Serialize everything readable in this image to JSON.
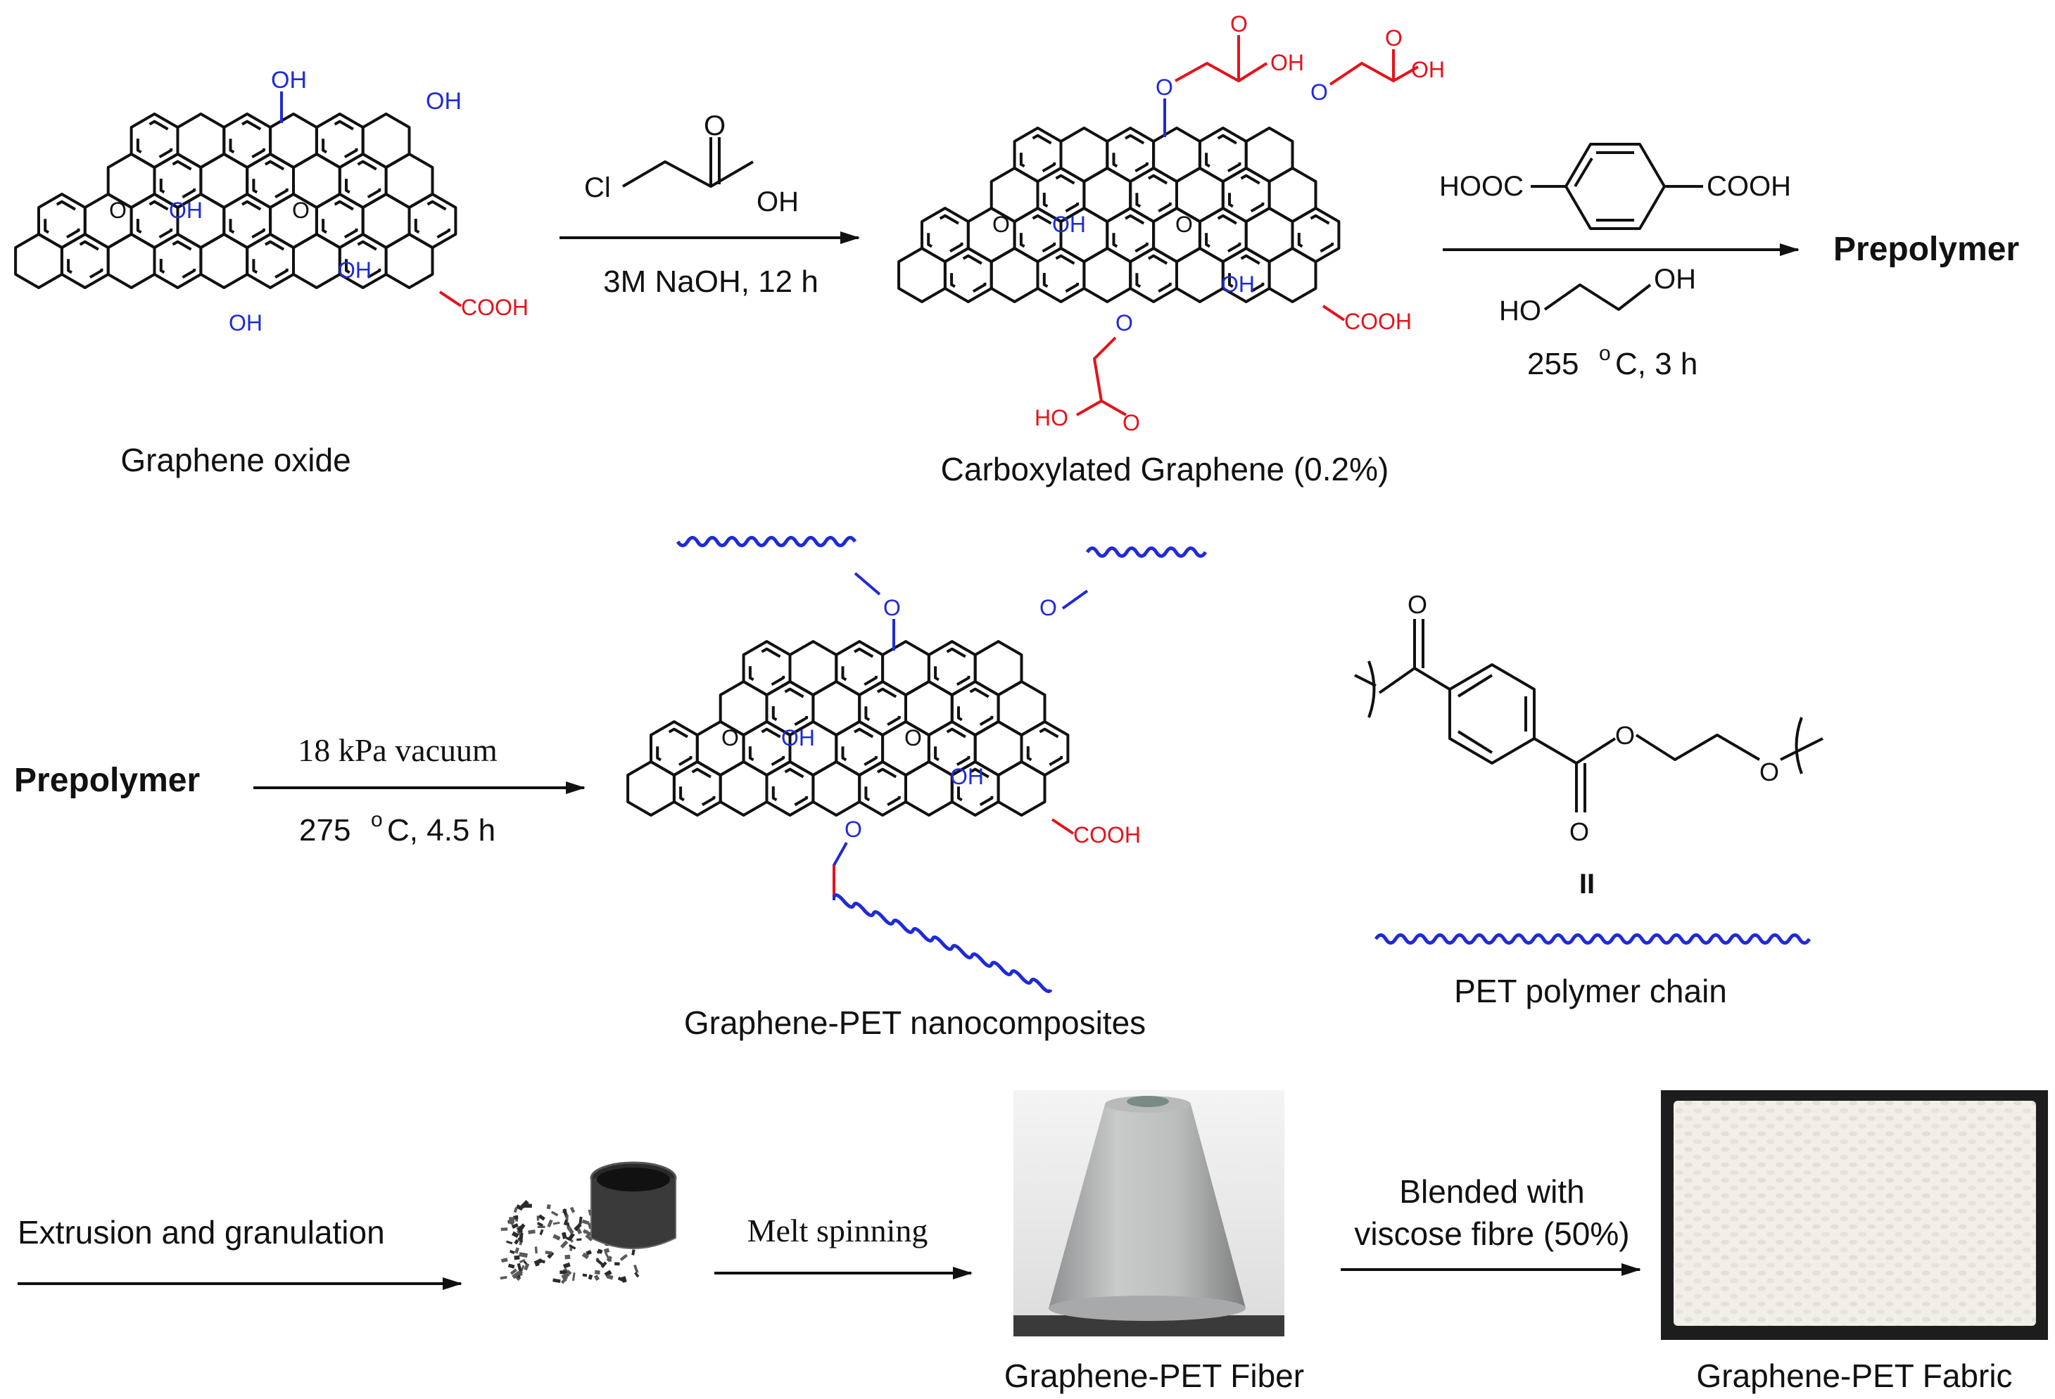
{
  "row1": {
    "go_caption": "Graphene oxide",
    "go_oh": "OH",
    "go_o": "O",
    "go_cooh": "COOH",
    "reagent_cl": "Cl",
    "reagent_o": "O",
    "reagent_oh": "OH",
    "step1_condition": "3M NaOH, 12 h",
    "cg_caption": "Carboxylated Graphene (0.2%)",
    "cg_ho": "HO",
    "reagent_tpa_left": "HOOC",
    "reagent_tpa_right": "COOH",
    "reagent_eg_ho": "HO",
    "reagent_eg_oh": "OH",
    "step2_temp_value": "255",
    "step2_temp_unit": "C, 3 h",
    "degree_mark": "o",
    "product": "Prepolymer"
  },
  "row2": {
    "start": "Prepolymer",
    "step3_pressure": "18 kPa vacuum",
    "step3_temp_value": "275",
    "step3_temp_unit": "C, 4.5 h",
    "degree_mark": "o",
    "nanocomposite_caption": "Graphene-PET nanocomposites",
    "pet_equals": "II",
    "pet_caption": "PET polymer chain",
    "pet_o": "O"
  },
  "row3": {
    "step4_label": "Extrusion and granulation",
    "step5_label": "Melt spinning",
    "step6_label_line1": "Blended with",
    "step6_label_line2": "viscose fibre (50%)",
    "fiber_caption": "Graphene-PET Fiber",
    "fabric_caption": "Graphene-PET Fabric"
  },
  "colors": {
    "oxygen_groups": "#1f2bd6",
    "carboxyl_groups": "#e5121b",
    "polymer_chain": "#1f2bd6"
  }
}
